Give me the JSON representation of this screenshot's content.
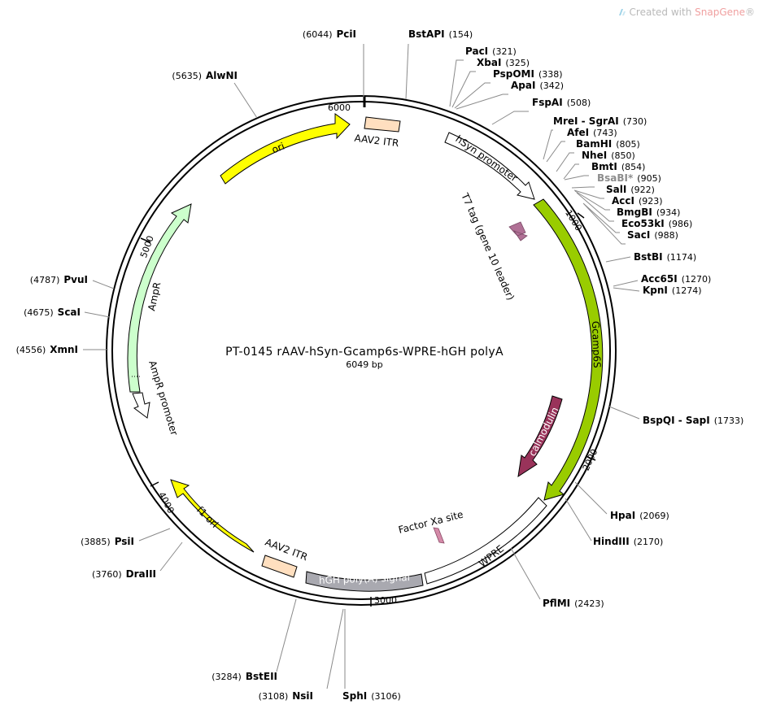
{
  "watermark": {
    "prefix": "Created with ",
    "brand": "SnapGene",
    "suffix": "®",
    "icon": "snapgene-logo-icon"
  },
  "plasmid": {
    "name": "PT-0145  rAAV-hSyn-Gcamp6s-WPRE-hGH polyA",
    "size_label": "6049 bp",
    "length": 6049
  },
  "colors": {
    "ori": "#ffff00",
    "ampr": "#ccffcc",
    "gcamp": "#99cc00",
    "calmodulin": "#99335a",
    "itr": "#ffdfbf",
    "polyA": "#a9a9b0",
    "t7": "#b07095",
    "factor_xa": "#d48aa8"
  },
  "tick_labels": [
    "1000",
    "2000",
    "3000",
    "4000",
    "5000",
    "6000"
  ],
  "features": [
    {
      "id": "ori",
      "label": "ori",
      "type": "arrow",
      "color": "#ffff00"
    },
    {
      "id": "aav2-itr-1",
      "label": "AAV2 ITR",
      "type": "box",
      "color": "#ffdfbf"
    },
    {
      "id": "hsyn",
      "label": "hSyn promoter",
      "type": "arrow",
      "color": "#ffffff"
    },
    {
      "id": "t7",
      "label": "T7 tag (gene 10 leader)",
      "type": "marker",
      "color": "#b07095"
    },
    {
      "id": "gcamp6s",
      "label": "Gcamp6S",
      "type": "arrow",
      "color": "#99cc00"
    },
    {
      "id": "calmodulin",
      "label": "calmodulin",
      "type": "arrow",
      "color": "#99335a"
    },
    {
      "id": "wpre",
      "label": "WPRE",
      "type": "box",
      "color": "#ffffff"
    },
    {
      "id": "factor-xa",
      "label": "Factor Xa site",
      "type": "marker",
      "color": "#d48aa8"
    },
    {
      "id": "hgh-polya",
      "label": "hGH poly(A) signal",
      "type": "box",
      "color": "#a9a9b0"
    },
    {
      "id": "aav2-itr-2",
      "label": "AAV2 ITR",
      "type": "box",
      "color": "#ffdfbf"
    },
    {
      "id": "f1-ori",
      "label": "f1 ori",
      "type": "arrow",
      "color": "#ffff00"
    },
    {
      "id": "ampr-promoter",
      "label": "AmpR promoter",
      "type": "arrow",
      "color": "#ffffff"
    },
    {
      "id": "ampr",
      "label": "AmpR",
      "type": "arrow",
      "color": "#ccffcc"
    }
  ],
  "enzymes": [
    {
      "name": "PciI",
      "pos": "(6044)"
    },
    {
      "name": "BstAPI",
      "pos": "(154)"
    },
    {
      "name": "PacI",
      "pos": "(321)"
    },
    {
      "name": "XbaI",
      "pos": "(325)"
    },
    {
      "name": "PspOMI",
      "pos": "(338)"
    },
    {
      "name": "ApaI",
      "pos": "(342)"
    },
    {
      "name": "FspAI",
      "pos": "(508)"
    },
    {
      "name": "MreI - SgrAI",
      "pos": "(730)"
    },
    {
      "name": "AfeI",
      "pos": "(743)"
    },
    {
      "name": "BamHI",
      "pos": "(805)"
    },
    {
      "name": "NheI",
      "pos": "(850)"
    },
    {
      "name": "BmtI",
      "pos": "(854)"
    },
    {
      "name": "BsaBI*",
      "pos": "(905)",
      "gray": true
    },
    {
      "name": "SalI",
      "pos": "(922)"
    },
    {
      "name": "AccI",
      "pos": "(923)"
    },
    {
      "name": "BmgBI",
      "pos": "(934)"
    },
    {
      "name": "Eco53kI",
      "pos": "(986)"
    },
    {
      "name": "SacI",
      "pos": "(988)"
    },
    {
      "name": "BstBI",
      "pos": "(1174)"
    },
    {
      "name": "Acc65I",
      "pos": "(1270)"
    },
    {
      "name": "KpnI",
      "pos": "(1274)"
    },
    {
      "name": "BspQI - SapI",
      "pos": "(1733)"
    },
    {
      "name": "HpaI",
      "pos": "(2069)"
    },
    {
      "name": "HindIII",
      "pos": "(2170)"
    },
    {
      "name": "PflMI",
      "pos": "(2423)"
    },
    {
      "name": "SphI",
      "pos": "(3106)"
    },
    {
      "name": "NsiI",
      "pos": "(3108)"
    },
    {
      "name": "BstEII",
      "pos": "(3284)"
    },
    {
      "name": "DraIII",
      "pos": "(3760)"
    },
    {
      "name": "PsiI",
      "pos": "(3885)"
    },
    {
      "name": "XmnI",
      "pos": "(4556)"
    },
    {
      "name": "ScaI",
      "pos": "(4675)"
    },
    {
      "name": "PvuI",
      "pos": "(4787)"
    },
    {
      "name": "AlwNI",
      "pos": "(5635)"
    }
  ]
}
